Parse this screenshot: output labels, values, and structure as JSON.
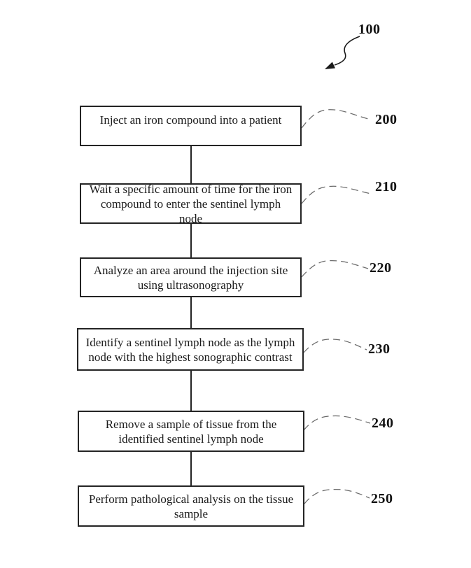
{
  "figure": {
    "reference": "100",
    "steps": [
      {
        "ref": "200",
        "label": "Inject an iron compound into a patient"
      },
      {
        "ref": "210",
        "label": "Wait a specific amount of time for the iron compound to enter the sentinel lymph node"
      },
      {
        "ref": "220",
        "label": "Analyze an area around the injection site using ultrasonography"
      },
      {
        "ref": "230",
        "label": "Identify a sentinel lymph node as the lymph node with the highest sonographic contrast"
      },
      {
        "ref": "240",
        "label": "Remove a sample of tissue from the identified sentinel lymph node"
      },
      {
        "ref": "250",
        "label": "Perform pathological analysis on the tissue sample"
      }
    ],
    "colors": {
      "ink": "#1a1a1a",
      "background": "#ffffff",
      "leader_line": "#6b6b6b"
    }
  }
}
